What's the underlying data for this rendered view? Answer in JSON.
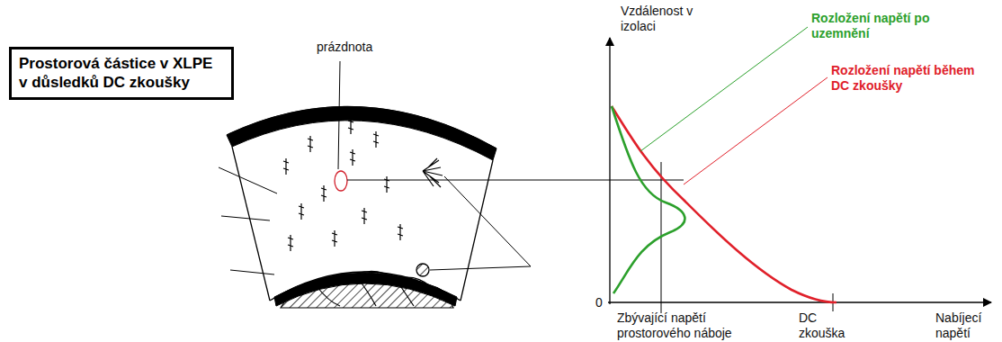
{
  "diagram": {
    "nodes": [
      {
        "text": [
          "Prostorová částice v XLPE v důsledků DC zkoušky"
        ]
      }
    ],
    "labels": [
      "prázdnota",
      "Vzdálenost v izolaci",
      "Rozložení napětí po uzemnění",
      "Rozložení napětí během DC zkoušky",
      "0",
      "Zbývající napětí prostorového náboje",
      "DC zkouška",
      "Nabíjecí napětí"
    ]
  }
}
